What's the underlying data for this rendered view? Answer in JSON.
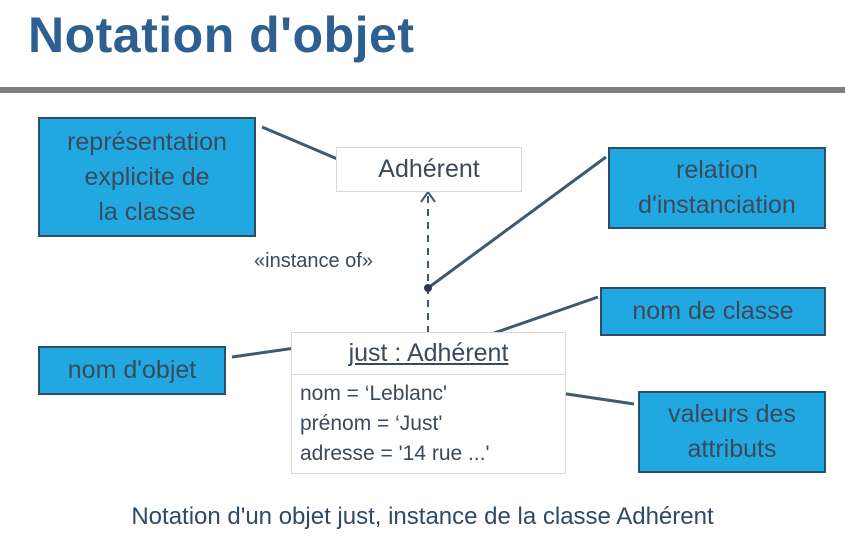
{
  "title": "Notation d'objet",
  "class_box": {
    "name": "Adhérent"
  },
  "stereotype": "«instance of»",
  "object_box": {
    "name": "just : Adhérent",
    "attributes": [
      "nom = ‘Leblanc'",
      "prénom = ‘Just'",
      "adresse = '14 rue ...'"
    ]
  },
  "callouts": {
    "explicit_class": [
      "représentation",
      "explicite de",
      "la classe"
    ],
    "instantiation": [
      "relation",
      "d'instanciation"
    ],
    "class_name": "nom de classe",
    "object_name": "nom d'objet",
    "attribute_values": [
      "valeurs des",
      "attributs"
    ]
  },
  "caption": "Notation d'un objet just, instance de la classe Adhérent",
  "colors": {
    "title": "#2d5f91",
    "callout_fill": "#22a8e0",
    "callout_border": "#2a4f66",
    "connector": "#3d5a72"
  }
}
